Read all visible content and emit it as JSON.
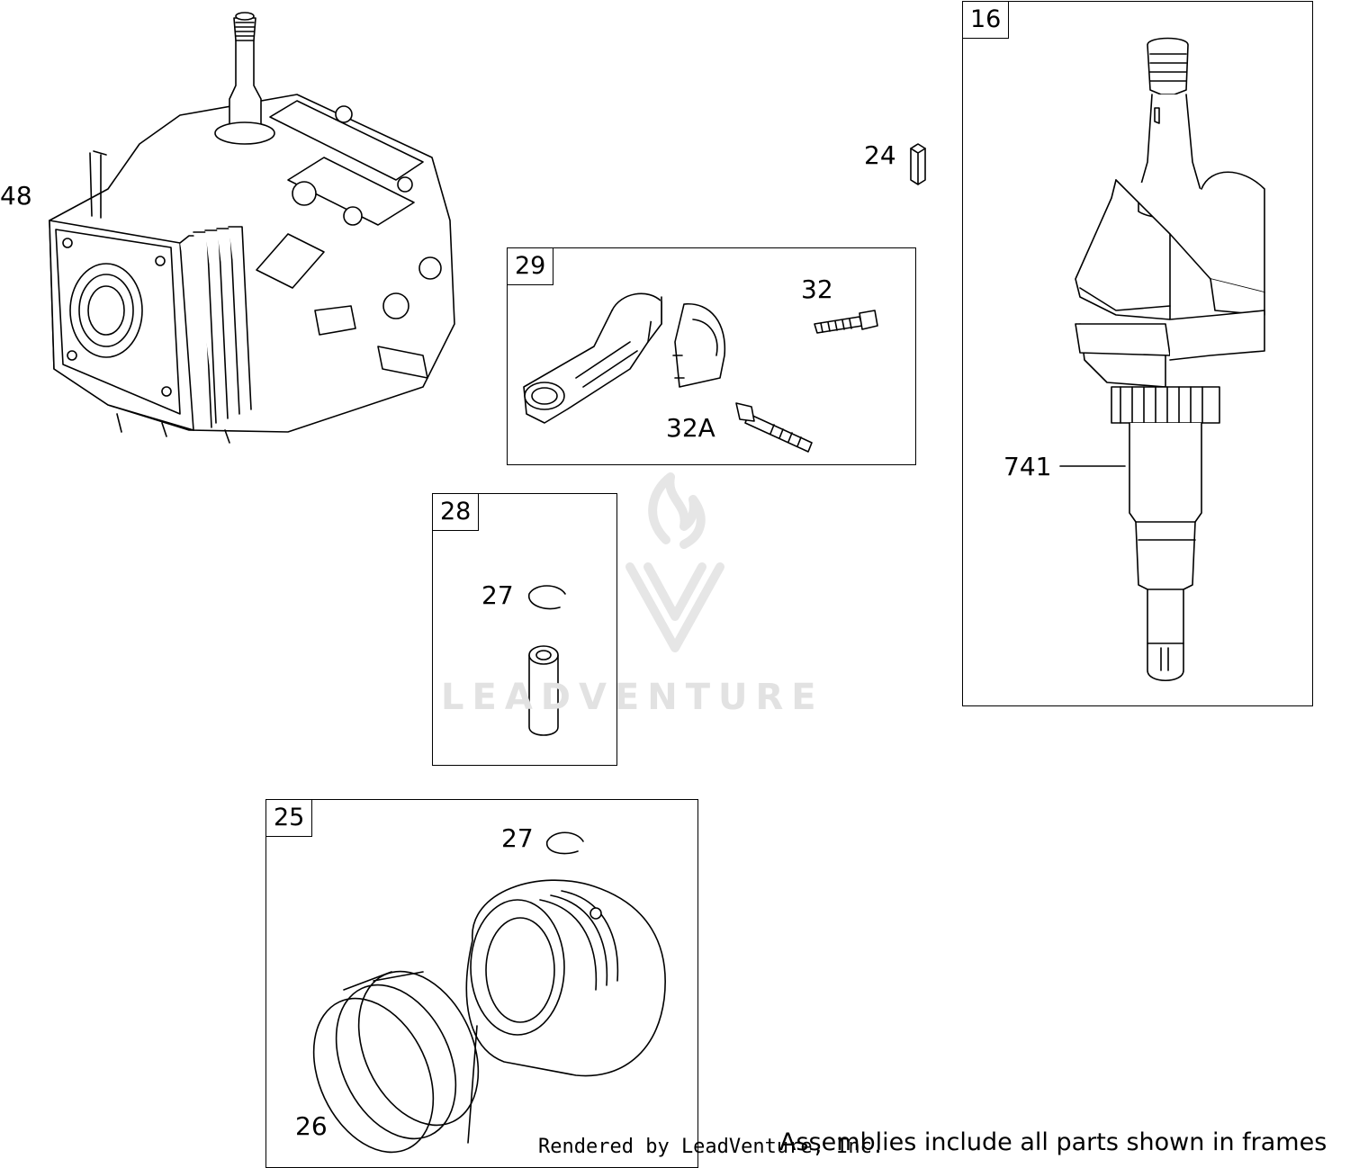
{
  "frames": [
    {
      "id": "frame-16",
      "tag": "16"
    },
    {
      "id": "frame-29",
      "tag": "29"
    },
    {
      "id": "frame-28",
      "tag": "28"
    },
    {
      "id": "frame-25",
      "tag": "25"
    }
  ],
  "callouts": {
    "c48": "48",
    "c24": "24",
    "c32": "32",
    "c32a": "32A",
    "c741": "741",
    "c27a": "27",
    "c27b": "27",
    "c26": "26"
  },
  "watermark": "LEADVENTURE",
  "footer": {
    "rendered_by": "Rendered by LeadVenture, Inc.",
    "note": "Assemblies include all parts shown in frames"
  },
  "parts": [
    {
      "name": "cylinder-block",
      "label": "48"
    },
    {
      "name": "crankshaft-key",
      "label": "24"
    },
    {
      "name": "connecting-rod",
      "label": "29"
    },
    {
      "name": "rod-bolt",
      "label": "32"
    },
    {
      "name": "rod-bolt-long",
      "label": "32A"
    },
    {
      "name": "crankshaft",
      "label": "16"
    },
    {
      "name": "timing-gear",
      "label": "741"
    },
    {
      "name": "piston-pin-lock",
      "label": "27"
    },
    {
      "name": "piston-pin",
      "label": "28"
    },
    {
      "name": "piston",
      "label": "25"
    },
    {
      "name": "piston-rings",
      "label": "26"
    }
  ]
}
